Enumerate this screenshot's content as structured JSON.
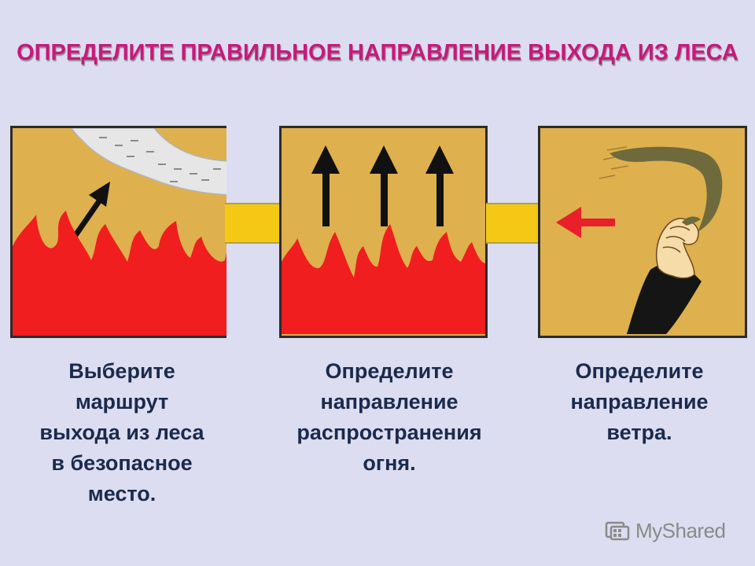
{
  "slide": {
    "title": "ОПРЕДЕЛИТЕ ПРАВИЛЬНОЕ НАПРАВЛЕНИЕ ВЫХОДА ИЗ ЛЕСА",
    "title_color": "#c8197a",
    "background_color": "#ddddf1"
  },
  "panels": [
    {
      "id": "route",
      "caption": "Выберите\nмаршрут\nвыхода из леса\nв безопасное\nместо.",
      "icon": "diagonal-arrow-icon"
    },
    {
      "id": "fire",
      "caption": "Определите\nнаправление\nраспространения\nогня.",
      "icon": "up-arrows-icon"
    },
    {
      "id": "wind",
      "caption": "Определите\nнаправление\nветра.",
      "icon": "wind-arrow-icon"
    }
  ],
  "colors": {
    "panel_fill": "#deb04e",
    "fire": "#f01e1e",
    "connector": "#f5c815",
    "caption_text": "#1b2a4c",
    "arrow_red": "#e8202a"
  },
  "watermark": {
    "text": "MyShared",
    "icon": "myshared-logo-icon"
  }
}
